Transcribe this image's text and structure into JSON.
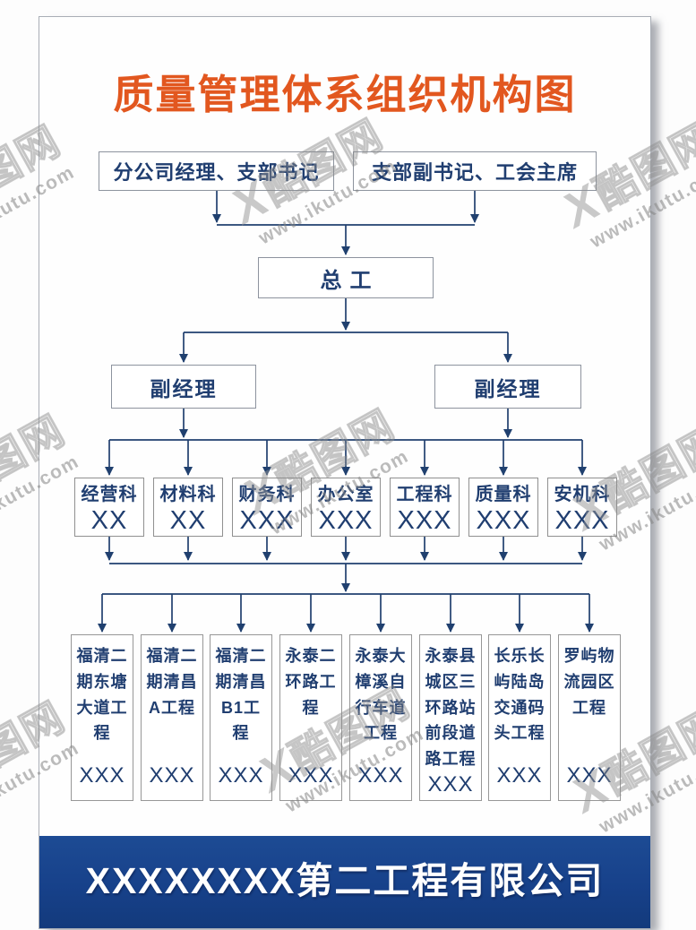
{
  "poster": {
    "title": "质量管理体系组织机构图",
    "footer_company": "XXXXXXXX第二工程有限公司",
    "org": {
      "top_row": [
        {
          "label": "分公司经理、支部书记"
        },
        {
          "label": "支部副书记、工会主席"
        }
      ],
      "chief_engineer": {
        "label": "总工"
      },
      "deputy_managers": [
        {
          "label": "副经理"
        },
        {
          "label": "副经理"
        }
      ],
      "departments": [
        {
          "name": "经营科",
          "staff": "XX"
        },
        {
          "name": "材料科",
          "staff": "XX"
        },
        {
          "name": "财务科",
          "staff": "XXX"
        },
        {
          "name": "办公室",
          "staff": "XXX"
        },
        {
          "name": "工程科",
          "staff": "XXX"
        },
        {
          "name": "质量科",
          "staff": "XXX"
        },
        {
          "name": "安机科",
          "staff": "XXX"
        }
      ],
      "projects": [
        {
          "name": "福清二期东塘大道工程",
          "staff": "XXX"
        },
        {
          "name": "福清二期清昌A工程",
          "staff": "XXX"
        },
        {
          "name": "福清二期清昌B1工程",
          "staff": "XXX"
        },
        {
          "name": "永泰二环路工程",
          "staff": "XXX"
        },
        {
          "name": "永泰大樟溪自行车道工程",
          "staff": "XXX"
        },
        {
          "name": "永泰县城区三环路站前段道路工程",
          "staff": "XXX"
        },
        {
          "name": "长乐长屿陆岛交通码头工程",
          "staff": "XXX"
        },
        {
          "name": "罗屿物流园区工程",
          "staff": "XXX"
        }
      ]
    }
  },
  "watermark": {
    "logo_glyph": "X",
    "site_name": "酷图网",
    "url": "www.ikutu.com"
  },
  "colors": {
    "title_orange": "#e2571f",
    "connector_navy": "#20406f",
    "box_text_navy": "#203e70",
    "footer_blue": "#17418a"
  }
}
